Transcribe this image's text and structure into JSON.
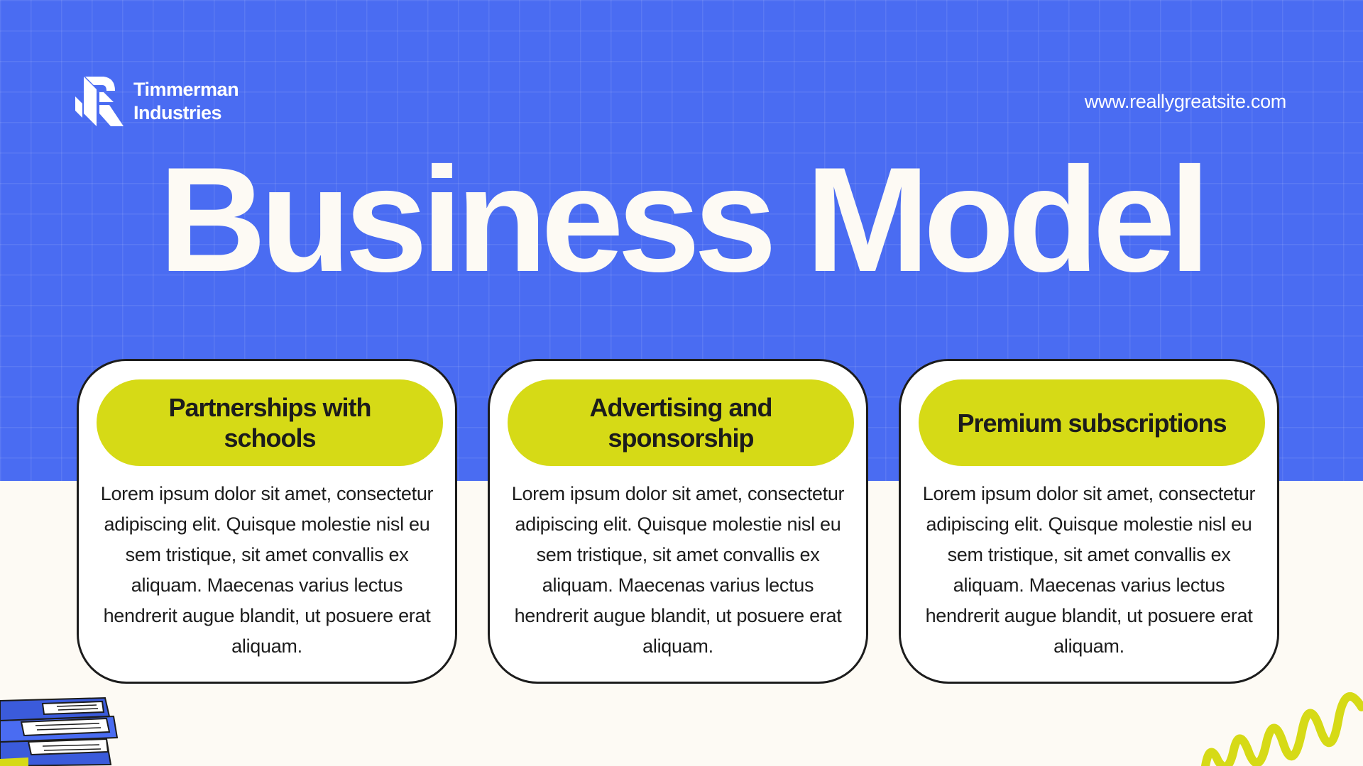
{
  "brand": {
    "name_line1": "Timmerman",
    "name_line2": "Industries"
  },
  "header": {
    "website": "www.reallygreatsite.com"
  },
  "title": "Business Model",
  "cards": [
    {
      "heading": "Partnerships with schools",
      "body": "Lorem ipsum dolor sit amet, consectetur adipiscing elit. Quisque molestie nisl eu sem tristique, sit amet convallis ex aliquam. Maecenas varius lectus hendrerit augue blandit, ut posuere erat aliquam."
    },
    {
      "heading": "Advertising and sponsorship",
      "body": "Lorem ipsum dolor sit amet, consectetur adipiscing elit. Quisque molestie nisl eu sem tristique, sit amet convallis ex aliquam. Maecenas varius lectus hendrerit augue blandit, ut posuere erat aliquam."
    },
    {
      "heading": "Premium subscriptions",
      "body": "Lorem ipsum dolor sit amet, consectetur adipiscing elit. Quisque molestie nisl eu sem tristique, sit amet convallis ex aliquam. Maecenas varius lectus hendrerit augue blandit, ut posuere erat aliquam."
    }
  ],
  "colors": {
    "primary_blue": "#4a6cf2",
    "accent_lime": "#d6da16",
    "background_cream": "#fdfaf4",
    "text_dark": "#1c1c1c"
  },
  "decorations": {
    "bottom_left": "books-stack-illustration",
    "bottom_right": "zigzag-squiggle"
  }
}
